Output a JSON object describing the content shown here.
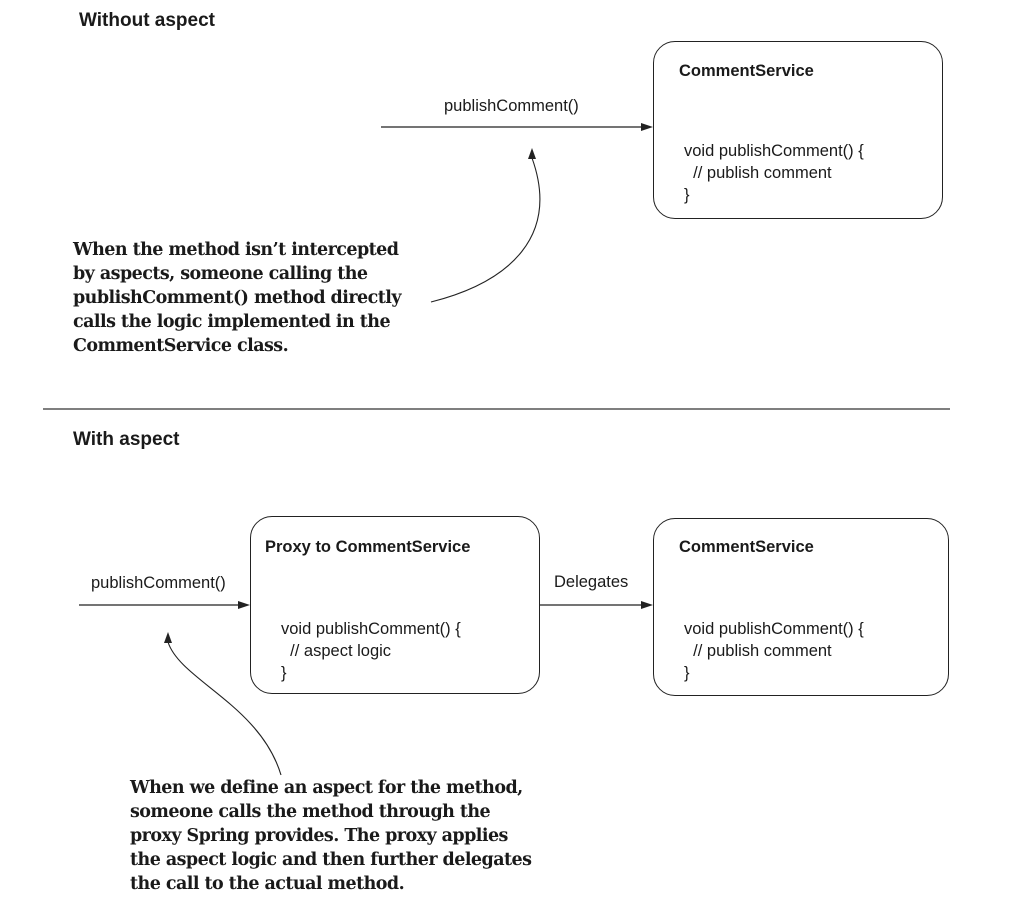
{
  "top": {
    "heading": "Without aspect",
    "call_label": "publishComment()",
    "service_box": {
      "title": "CommentService",
      "code_lines": [
        "void publishComment() {",
        "  // publish comment",
        "}"
      ]
    },
    "note_lines": [
      "When the method isn’t intercepted",
      "by aspects, someone calling the",
      "publishComment() method directly",
      "calls the logic implemented in the",
      "CommentService class."
    ]
  },
  "bottom": {
    "heading": "With aspect",
    "call_label": "publishComment()",
    "proxy_box": {
      "title": "Proxy to CommentService",
      "code_lines": [
        "void publishComment() {",
        "  // aspect logic",
        "}"
      ]
    },
    "delegates_label": "Delegates",
    "service_box": {
      "title": "CommentService",
      "code_lines": [
        "void publishComment() {",
        "  // publish comment",
        "}"
      ]
    },
    "note_lines": [
      "When we define an aspect for the method,",
      "someone calls the method through the",
      "proxy Spring provides. The proxy applies",
      "the aspect logic and then further delegates",
      "the call to the actual method."
    ]
  }
}
